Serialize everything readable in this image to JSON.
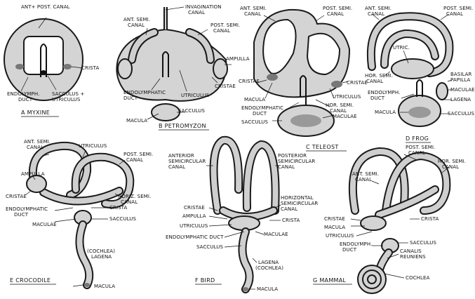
{
  "panels": {
    "a": {
      "caption": "A  MYXINE",
      "labels": [
        "ANT+ POST. CANAL",
        "CRISTA",
        "ENDOLYMPH.",
        "DUCT",
        "SACCULUS +",
        "UTRICULUS"
      ]
    },
    "b": {
      "caption": "B  PETROMYZON",
      "labels": [
        "INVAGINATION",
        "CANAL",
        "ANT. SEMI.",
        "CANAL",
        "POST. SEMI.",
        "CANAL",
        "AMPULLA",
        "CRISTAE",
        "ENDOLYMPHATIC",
        "DUCT",
        "UTRICULUS",
        "MACULA",
        "SACCULUS"
      ]
    },
    "c": {
      "caption": "C  TELEOST",
      "labels": [
        "ANT. SEMI.",
        "CANAL",
        "POST. SEMI.",
        "CANAL",
        "CRISTAE",
        "CRISTAE",
        "UTRICULUS",
        "MACULA",
        "HOR. SEMI.",
        "CANAL",
        "ENDOLYMPHATIC",
        "DUCT",
        "MACULAE",
        "SACCULUS"
      ]
    },
    "d": {
      "caption": "D  FROG",
      "labels": [
        "ANT. SEMI.",
        "CANAL",
        "POST. SEMI.",
        "CANAL",
        "UTRIC.",
        "HOR. SEMI.",
        "CANAL",
        "BASILAR",
        "PAPILLA",
        "MACULAE",
        "ENDOLYMPH.",
        "DUCT",
        "LAGENA",
        "MACULA",
        "SACCULUS"
      ]
    },
    "e": {
      "caption": "E  CROCODILE",
      "labels": [
        "ANT. SEMI.",
        "CANAL",
        "UTRICULUS",
        "POST. SEMI.",
        "CANAL",
        "AMPULLA",
        "CRISTAE",
        "HORIZ. SEMI.",
        "CANAL",
        "ENDOLYMPHATIC",
        "DUCT",
        "CRISTA",
        "MACULAE",
        "SACCULUS",
        "(COCHLEA)",
        "LAGENA",
        "MACULA"
      ]
    },
    "f": {
      "caption": "F  BIRD",
      "labels": [
        "ANTERIOR",
        "SEMICIRCULAR",
        "CANAL",
        "POSTERIOR",
        "SEMICIRCULAR",
        "CANAL",
        "HORIZONTAL",
        "SEMICIRCULAR",
        "CANAL",
        "CRISTAE",
        "AMPULLA",
        "CRISTA",
        "UTRICULUS",
        "MACULAE",
        "ENDOLYMPHATIC DUCT",
        "SACCULUS",
        "LAGENA",
        "(COCHLEA)",
        "MACULA"
      ]
    },
    "g": {
      "caption": "G  MAMMAL",
      "labels": [
        "POST. SEMI.",
        "CANAL",
        "ANT. SEMI.",
        "CANAL",
        "HOR. SEMI.",
        "CANAL",
        "CRISTAE",
        "CRISTA",
        "MACULA",
        "UTRICULUS",
        "SACCULUS",
        "ENDOLYMPH.",
        "DUCT",
        "CANALIS",
        "REUNIENS",
        "COCHLEA"
      ]
    }
  }
}
